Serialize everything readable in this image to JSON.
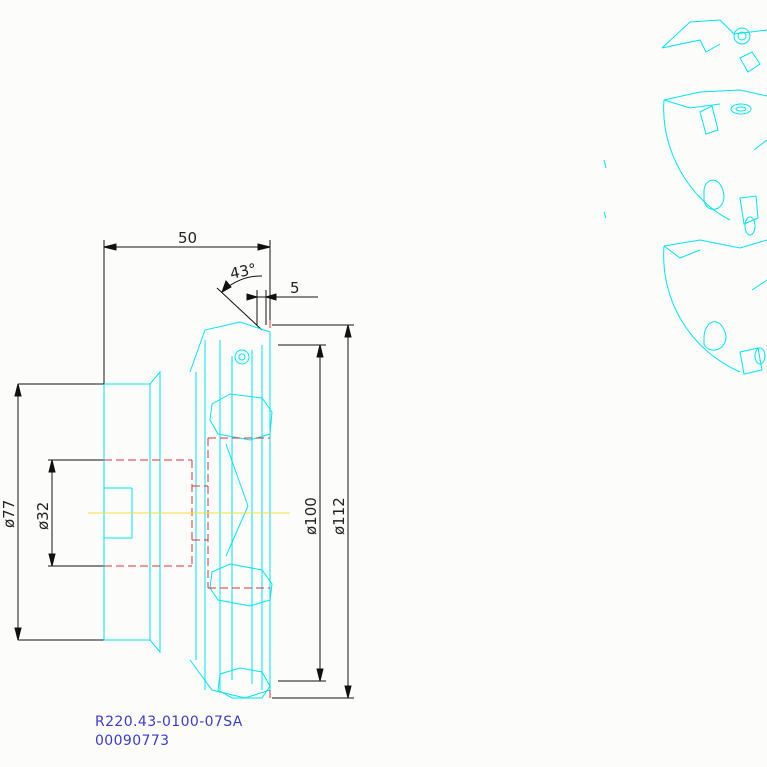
{
  "dimensions": {
    "length": "50",
    "angle": "43°",
    "offset": "5",
    "dia_77": "ø77",
    "dia_32": "ø32",
    "dia_100": "ø100",
    "dia_112": "ø112"
  },
  "title_block": {
    "part_number": "R220.43-0100-07SA",
    "item_code": "00090773"
  },
  "colors": {
    "outline": "#00e5f0",
    "hidden": "#e0303a",
    "centerline": "#f0e040",
    "dimension": "#111111",
    "title_text": "#3a3ad0"
  }
}
